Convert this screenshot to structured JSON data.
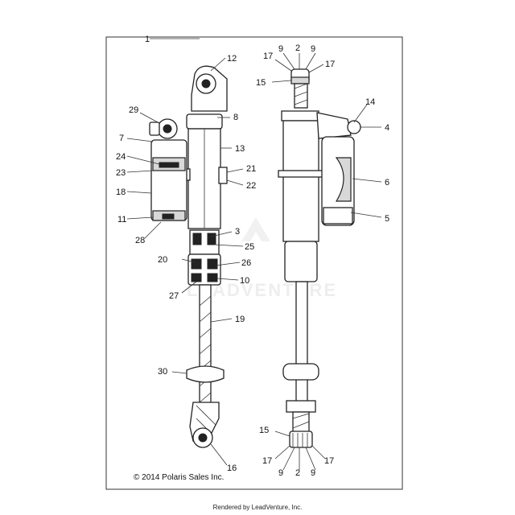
{
  "diagram": {
    "frame_label": "1",
    "copyright": "© 2014 Polaris Sales Inc.",
    "footer": "Rendered by LeadVenture, Inc.",
    "watermark": "LEADVENTURE",
    "callouts": [
      "1",
      "2",
      "3",
      "4",
      "5",
      "6",
      "7",
      "8",
      "9",
      "10",
      "11",
      "12",
      "13",
      "14",
      "15",
      "16",
      "17",
      "18",
      "19",
      "20",
      "21",
      "22",
      "23",
      "24",
      "25",
      "26",
      "27",
      "28",
      "29",
      "30"
    ]
  }
}
